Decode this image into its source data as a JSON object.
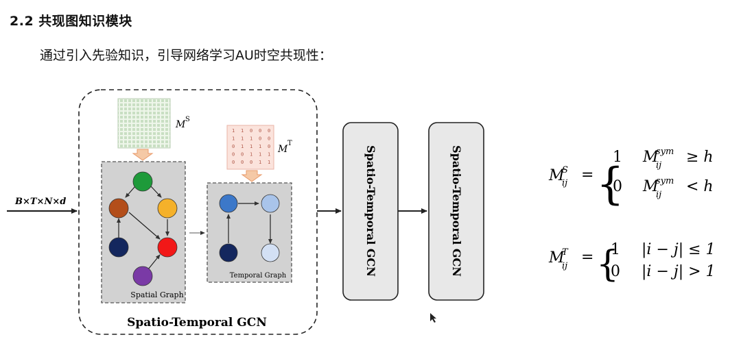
{
  "slide": {
    "heading": "2.2 共现图知识模块",
    "subtitle": "通过引入先验知识，引导网络学习AU时空共现性："
  },
  "diagram": {
    "input_label": "B×T×N×d",
    "outer_label": "Spatio-Temporal GCN",
    "ms_label": "M",
    "ms_sup": "S",
    "mt_label": "M",
    "mt_sup": "T",
    "mt_matrix": [
      [
        "1",
        "1",
        "0",
        "0",
        "0"
      ],
      [
        "1",
        "1",
        "1",
        "0",
        "0"
      ],
      [
        "0",
        "1",
        "1",
        "1",
        "0"
      ],
      [
        "0",
        "0",
        "1",
        "1",
        "1"
      ],
      [
        "0",
        "0",
        "0",
        "1",
        "1"
      ]
    ],
    "spatial_caption": "Spatial Graph",
    "temporal_caption": "Temporal Graph",
    "block1_label": "Spatio-Temporal GCN",
    "block2_label": "Spatio-Temporal GCN",
    "colors": {
      "green": "#1e9a3a",
      "brown": "#b34e1a",
      "orange": "#f5b12a",
      "navy": "#14275e",
      "red": "#f21818",
      "purple": "#7a3aa6",
      "blue_dark": "#3c78c9",
      "blue_mid": "#a9c4ea",
      "blue_light": "#d3e0f4",
      "arrow_orange": "#f5c9a6",
      "panel_gray": "#d2d2d2"
    }
  },
  "formulas": {
    "ms": {
      "lhs": "M",
      "lhs_sup": "S",
      "lhs_sub": "ij",
      "case1_value": "1",
      "case1_var": "M",
      "case1_sup": "sym",
      "case1_sub": "ij",
      "case1_rel": "≥ h",
      "case2_value": "0",
      "case2_var": "M",
      "case2_sup": "sym",
      "case2_sub": "ij",
      "case2_rel": "< h"
    },
    "mt": {
      "lhs": "M",
      "lhs_sup": "T",
      "lhs_sub": "ij",
      "case1_value": "1",
      "case1_cond": "|i − j| ≤ 1",
      "case2_value": "0",
      "case2_cond": "|i − j| > 1"
    }
  }
}
